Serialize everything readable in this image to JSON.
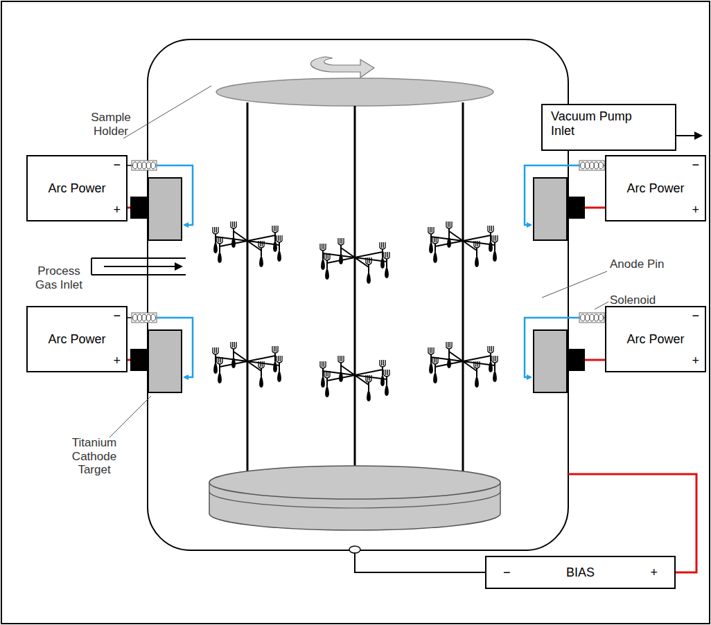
{
  "diagram": {
    "nodes": [
      {
        "text": [
          "Vacuum Pump Inlet"
        ]
      },
      {
        "text": [
          "−",
          "Arc Power",
          "+"
        ]
      },
      {
        "text": [
          "−",
          "Arc Power",
          "+"
        ]
      },
      {
        "text": [
          "−",
          "Arc Power",
          "+"
        ]
      },
      {
        "text": [
          "−",
          "Arc Power",
          "+"
        ]
      },
      {
        "text": [
          "−",
          "BIAS",
          "+"
        ]
      }
    ],
    "labels": [
      "Sample Holder",
      "Process Gas Inlet",
      "Anode Pin",
      "Solenoid",
      "Titanium Cathode Target"
    ]
  }
}
